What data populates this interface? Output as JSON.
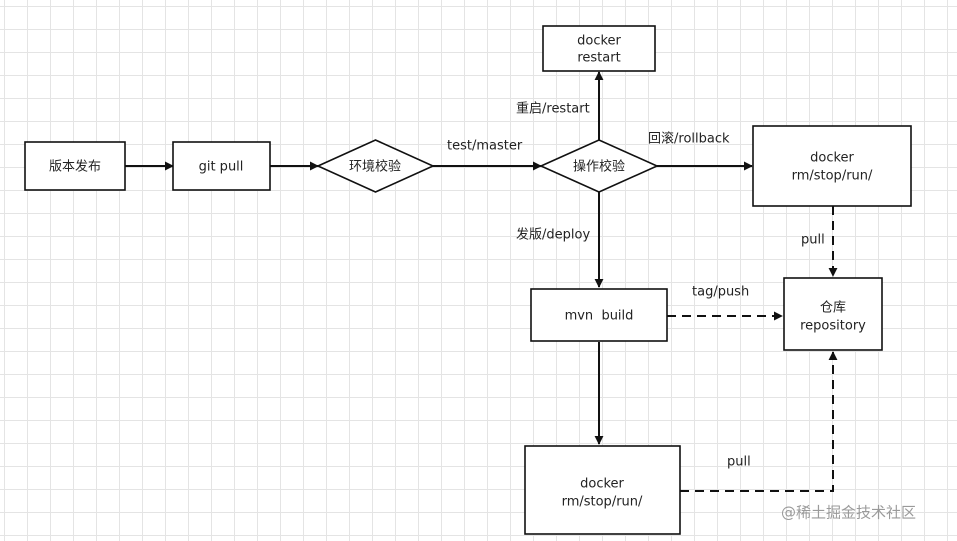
{
  "nodes": {
    "release": "版本发布",
    "git_pull": "git pull",
    "env_check": "环境校验",
    "op_check": "操作校验",
    "docker_restart": [
      "docker",
      "restart"
    ],
    "docker_rollback": [
      "docker",
      "rm/stop/run/"
    ],
    "mvn_build": "mvn  build",
    "repository": [
      "仓库",
      "repository"
    ],
    "docker_deploy": [
      "docker",
      "rm/stop/run/"
    ]
  },
  "edges": {
    "test_master": "test/master",
    "restart": "重启/restart",
    "rollback": "回滚/rollback",
    "deploy": "发版/deploy",
    "tag_push": "tag/push",
    "pull_rollback": "pull",
    "pull_deploy": "pull"
  },
  "watermark": "@稀土掘金技术社区",
  "colors": {
    "stroke": "#111111",
    "text": "#222222",
    "grid": "#e4e4e4",
    "watermark": "#9a9a9a"
  }
}
